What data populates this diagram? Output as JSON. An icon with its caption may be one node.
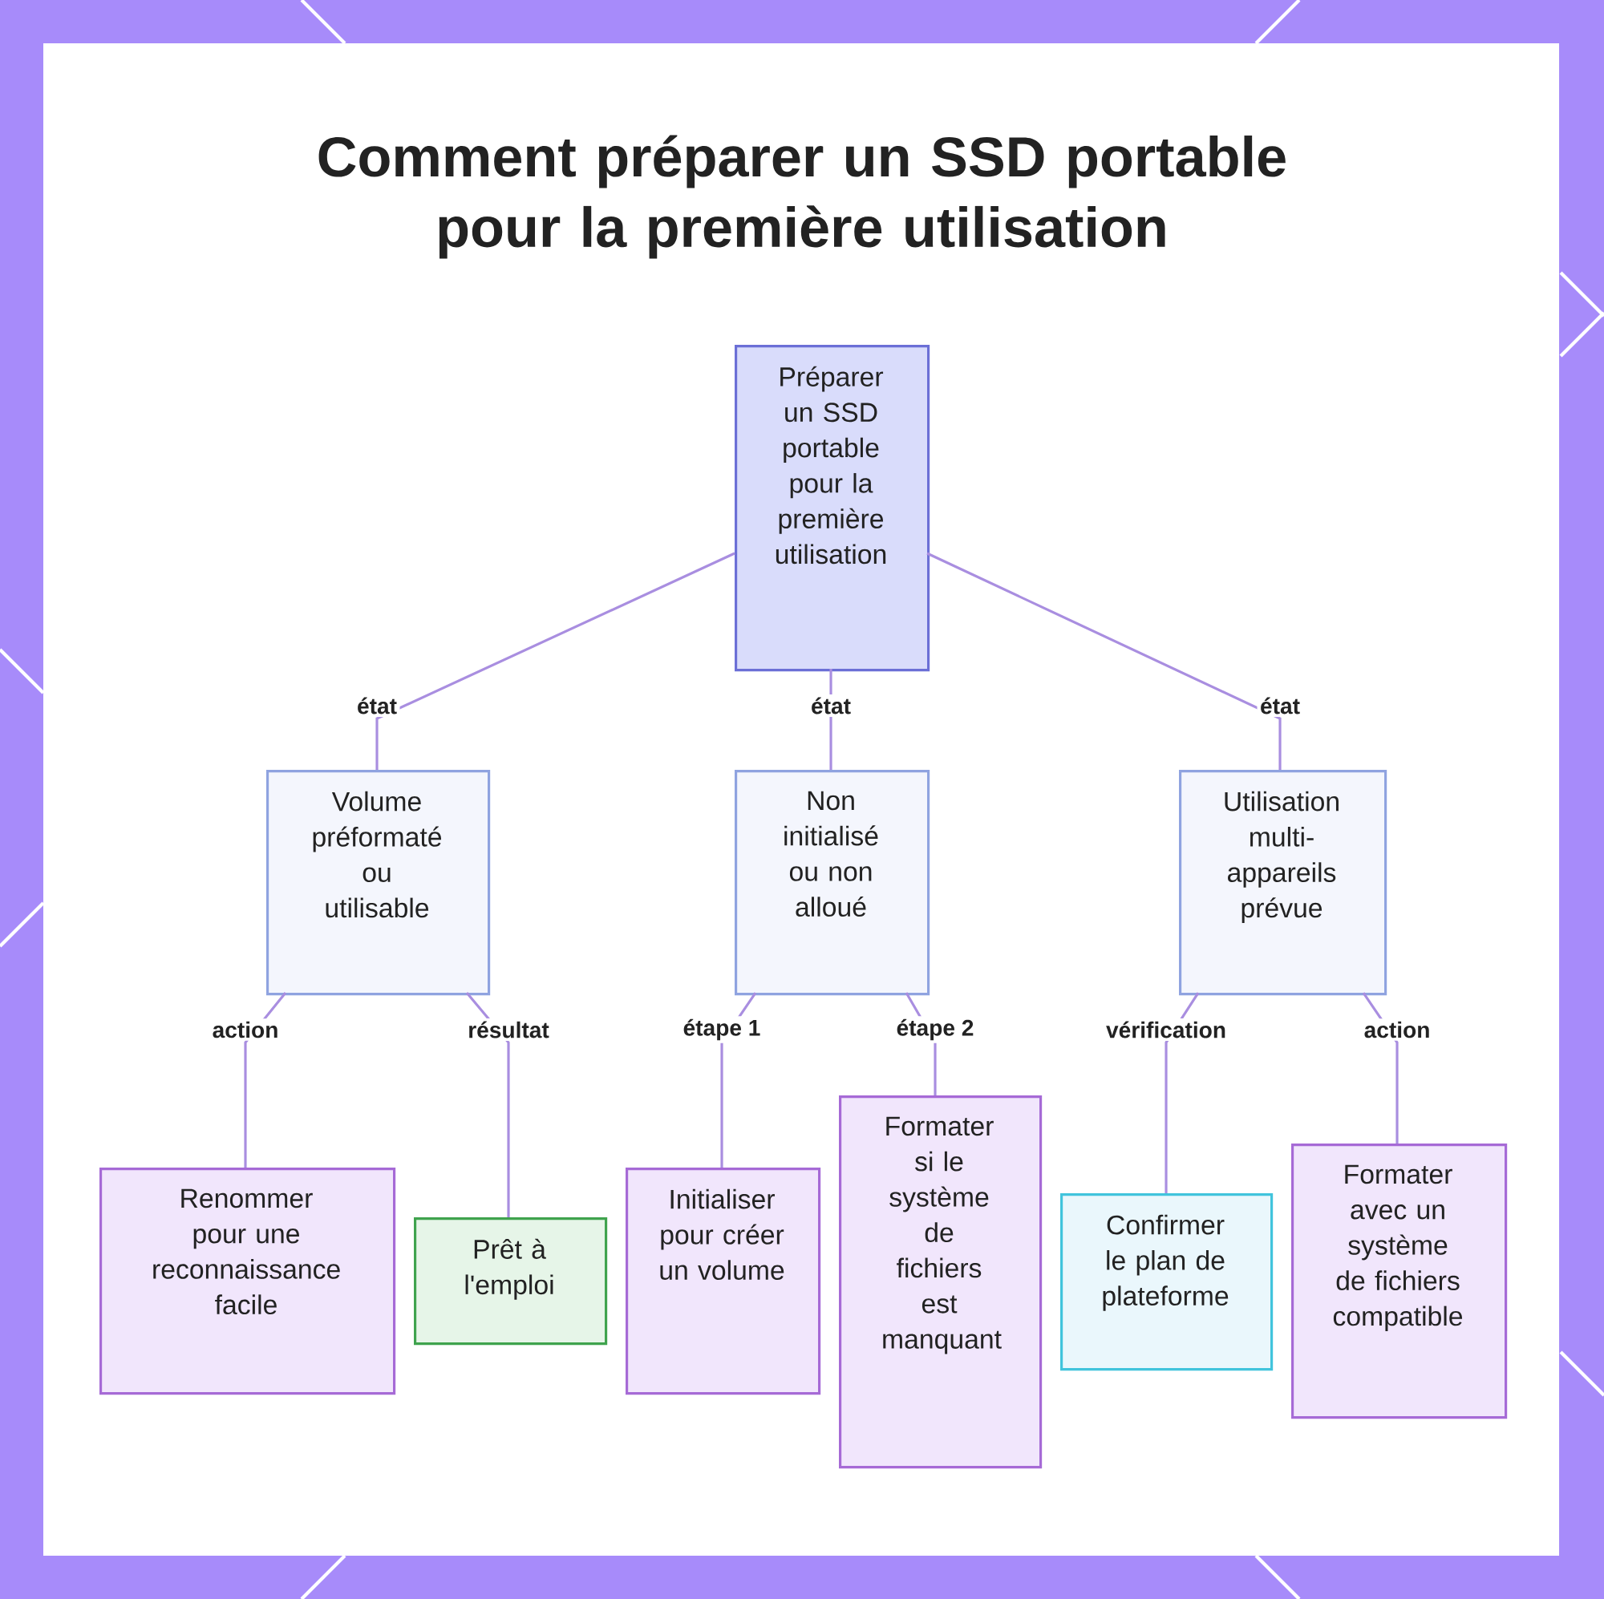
{
  "diagram": {
    "title": "Comment préparer un SSD portable pour la première utilisation",
    "nodes": [
      {
        "text": [
          "Préparer un SSD portable pour la première utilisation"
        ]
      },
      {
        "text": [
          "Volume préformaté ou utilisable"
        ]
      },
      {
        "text": [
          "Non initialisé ou non alloué"
        ]
      },
      {
        "text": [
          "Utilisation multi-appareils prévue"
        ]
      },
      {
        "text": [
          "Renommer pour une reconnaissance facile"
        ]
      },
      {
        "text": [
          "Prêt à l'emploi"
        ]
      },
      {
        "text": [
          "Initialiser pour créer un volume"
        ]
      },
      {
        "text": [
          "Formater si le système de fichiers est manquant"
        ]
      },
      {
        "text": [
          "Confirmer le plan de plateforme"
        ]
      },
      {
        "text": [
          "Formater avec un système de fichiers compatible"
        ]
      }
    ],
    "edges": [
      {
        "from": 0,
        "to": 1,
        "arrow": "none",
        "label": "état"
      },
      {
        "from": 0,
        "to": 2,
        "arrow": "none",
        "label": "état"
      },
      {
        "from": 0,
        "to": 3,
        "arrow": "none",
        "label": "état"
      },
      {
        "from": 1,
        "to": 4,
        "arrow": "none",
        "label": "action"
      },
      {
        "from": 1,
        "to": 5,
        "arrow": "none",
        "label": "résultat"
      },
      {
        "from": 2,
        "to": 6,
        "arrow": "none",
        "label": "étape 1"
      },
      {
        "from": 2,
        "to": 7,
        "arrow": "none",
        "label": "étape 2"
      },
      {
        "from": 3,
        "to": 8,
        "arrow": "none",
        "label": "vérification"
      },
      {
        "from": 3,
        "to": 9,
        "arrow": "none",
        "label": "action"
      }
    ]
  }
}
